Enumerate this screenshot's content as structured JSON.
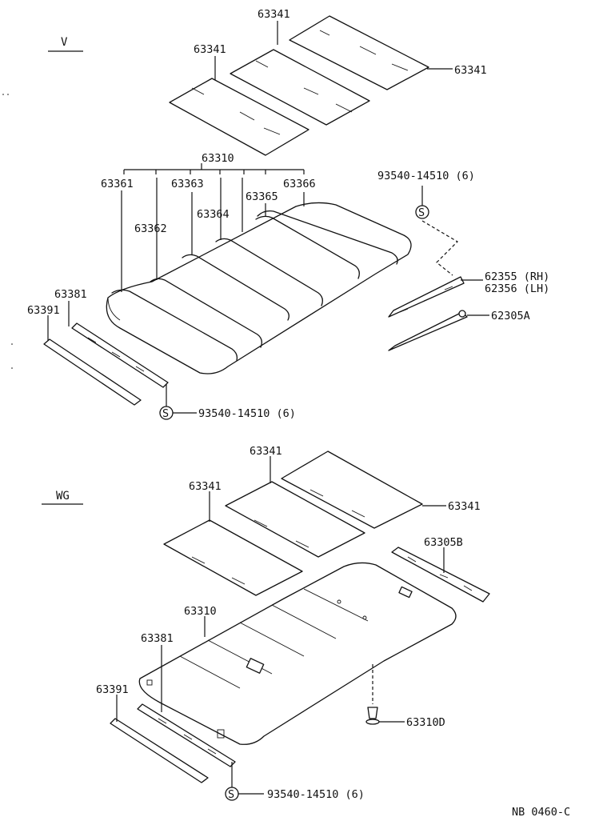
{
  "sections": {
    "v": "V",
    "wg": "WG"
  },
  "top_labels": {
    "sheet_center": "63341",
    "sheet_left": "63341",
    "sheet_right": "63341",
    "headlining_assy": "63310",
    "bow_63361": "63361",
    "bow_63362": "63362",
    "bow_63363": "63363",
    "bow_63364": "63364",
    "bow_63365": "63365",
    "bow_63366": "63366",
    "clip_top": "93540-14510 (6)",
    "retainer_rh": "62355 (RH)",
    "retainer_lh": "62356 (LH)",
    "weatherstrip": "62305A",
    "trim_63381": "63381",
    "trim_63391": "63391",
    "clip_bottom": "93540-14510 (6)"
  },
  "bottom_labels": {
    "sheet_center": "63341",
    "sheet_left": "63341",
    "sheet_right": "63341",
    "rear_trim": "63305B",
    "headlining": "63310",
    "trim_63381": "63381",
    "trim_63391": "63391",
    "clip_63310d": "63310D",
    "clip_bottom": "93540-14510 (6)"
  },
  "clip_symbol": "S",
  "footer_code": "NB 0460-C",
  "icons": [
    "screw-clip-icon",
    "push-clip-icon"
  ]
}
